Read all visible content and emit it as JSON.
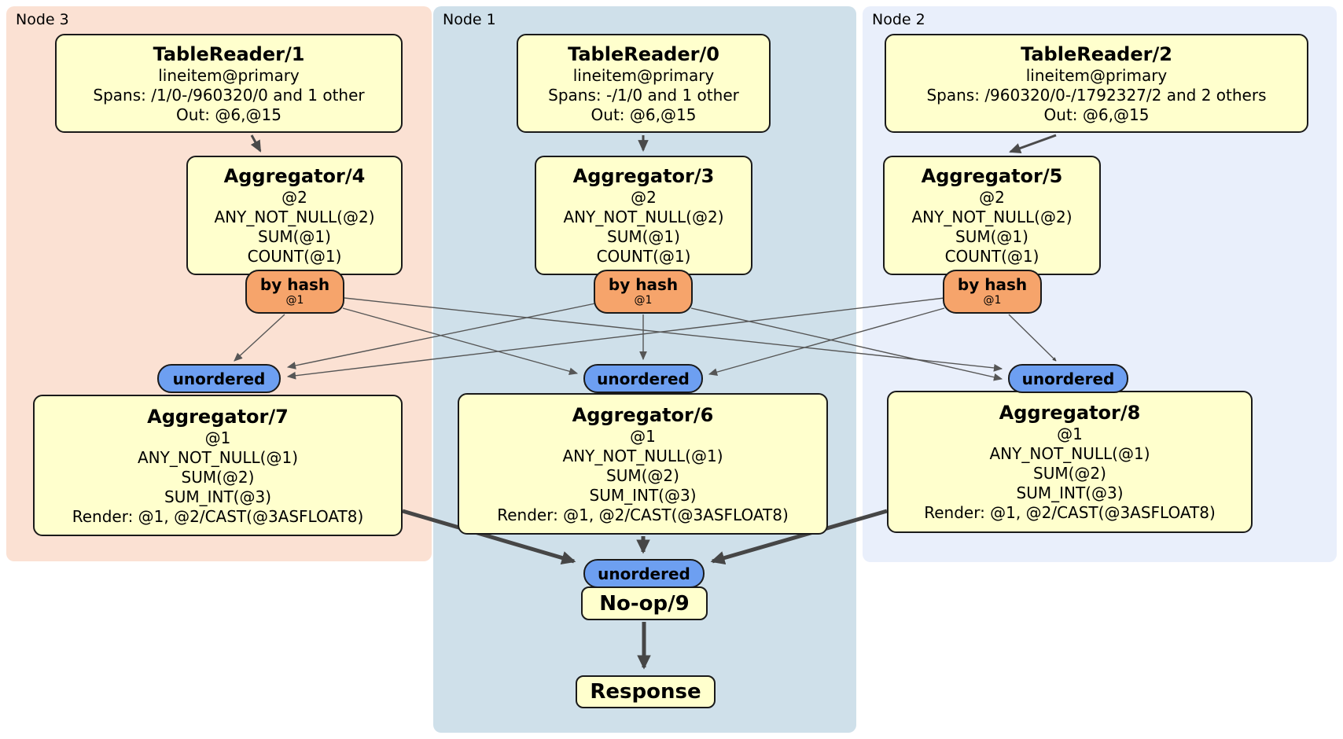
{
  "diagram": {
    "regions": [
      {
        "id": "node3",
        "label": "Node 3",
        "bg": "#fbe1d3"
      },
      {
        "id": "node1",
        "label": "Node 1",
        "bg": "#cfe0ea"
      },
      {
        "id": "node2",
        "label": "Node 2",
        "bg": "#e9effb"
      }
    ],
    "processors": {
      "tr1": {
        "title": "TableReader/1",
        "lines": [
          "lineitem@primary",
          "Spans: /1/0-/960320/0 and 1 other",
          "Out: @6,@15"
        ]
      },
      "tr0": {
        "title": "TableReader/0",
        "lines": [
          "lineitem@primary",
          "Spans: -/1/0 and 1 other",
          "Out: @6,@15"
        ]
      },
      "tr2": {
        "title": "TableReader/2",
        "lines": [
          "lineitem@primary",
          "Spans: /960320/0-/1792327/2 and 2 others",
          "Out: @6,@15"
        ]
      },
      "agg4": {
        "title": "Aggregator/4",
        "lines": [
          "@2",
          "ANY_NOT_NULL(@2)",
          "SUM(@1)",
          "COUNT(@1)"
        ]
      },
      "agg3": {
        "title": "Aggregator/3",
        "lines": [
          "@2",
          "ANY_NOT_NULL(@2)",
          "SUM(@1)",
          "COUNT(@1)"
        ]
      },
      "agg5": {
        "title": "Aggregator/5",
        "lines": [
          "@2",
          "ANY_NOT_NULL(@2)",
          "SUM(@1)",
          "COUNT(@1)"
        ]
      },
      "agg7": {
        "title": "Aggregator/7",
        "lines": [
          "@1",
          "ANY_NOT_NULL(@1)",
          "SUM(@2)",
          "SUM_INT(@3)",
          "Render: @1, @2/CAST(@3ASFLOAT8)"
        ]
      },
      "agg6": {
        "title": "Aggregator/6",
        "lines": [
          "@1",
          "ANY_NOT_NULL(@1)",
          "SUM(@2)",
          "SUM_INT(@3)",
          "Render: @1, @2/CAST(@3ASFLOAT8)"
        ]
      },
      "agg8": {
        "title": "Aggregator/8",
        "lines": [
          "@1",
          "ANY_NOT_NULL(@1)",
          "SUM(@2)",
          "SUM_INT(@3)",
          "Render: @1, @2/CAST(@3ASFLOAT8)"
        ]
      },
      "noop": {
        "title": "No-op/9"
      },
      "resp": {
        "title": "Response"
      }
    },
    "routers": {
      "hash4": {
        "label": "by hash",
        "detail": "@1"
      },
      "hash3": {
        "label": "by hash",
        "detail": "@1"
      },
      "hash5": {
        "label": "by hash",
        "detail": "@1"
      }
    },
    "streams": {
      "un7": {
        "label": "unordered"
      },
      "un6": {
        "label": "unordered"
      },
      "un8": {
        "label": "unordered"
      },
      "un9": {
        "label": "unordered"
      }
    },
    "colors": {
      "processor_fill": "#ffffcd",
      "router_fill": "#f6a46b",
      "stream_fill": "#6d9ff1",
      "edge_thin": "#565656",
      "edge_thick": "#464646",
      "border": "#1a1a1a"
    }
  }
}
